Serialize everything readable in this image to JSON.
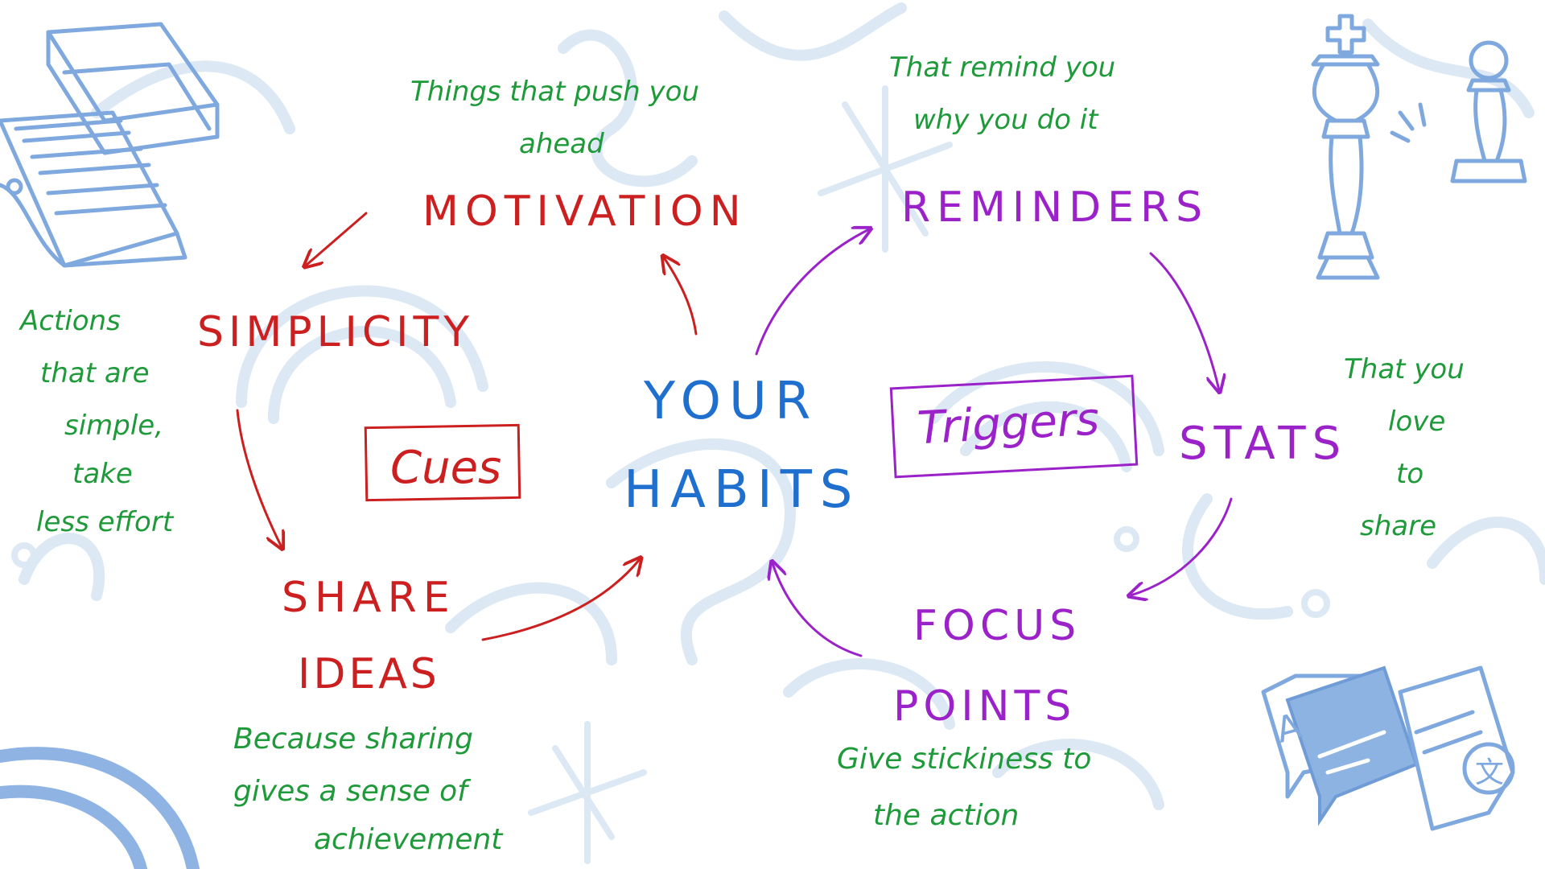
{
  "center": {
    "line1": "YOUR",
    "line2": "HABITS"
  },
  "cues": {
    "label": "Cues",
    "nodes": {
      "motivation": {
        "title": "MOTIVATION",
        "note": [
          "Things that push you",
          "ahead"
        ]
      },
      "simplicity": {
        "title": "SIMPLICITY",
        "note": [
          "Actions",
          "that are",
          "simple,",
          "take",
          "less effort"
        ]
      },
      "share_ideas": {
        "title": [
          "SHARE",
          "IDEAS"
        ],
        "note": [
          "Because sharing",
          "gives a sense of",
          "achievement"
        ]
      }
    }
  },
  "triggers": {
    "label": "Triggers",
    "nodes": {
      "reminders": {
        "title": "REMINDERS",
        "note": [
          "That remind you",
          "why you do it"
        ]
      },
      "stats": {
        "title": "STATS",
        "note": [
          "That you",
          "love",
          "to",
          "share"
        ]
      },
      "focus_points": {
        "title": [
          "FOCUS",
          "POINTS"
        ],
        "note": [
          "Give stickiness to",
          "the action"
        ]
      }
    }
  },
  "colors": {
    "cues": "#cc1f1f",
    "triggers": "#9b22c9",
    "center": "#1f6fcf",
    "notes": "#1f9a3a",
    "decoration": "#dce8f4",
    "icons": "#7fa9de"
  },
  "icons": [
    "books-icon",
    "chess-pieces-icon",
    "translate-chat-icon",
    "rainbow-arc-icon"
  ]
}
